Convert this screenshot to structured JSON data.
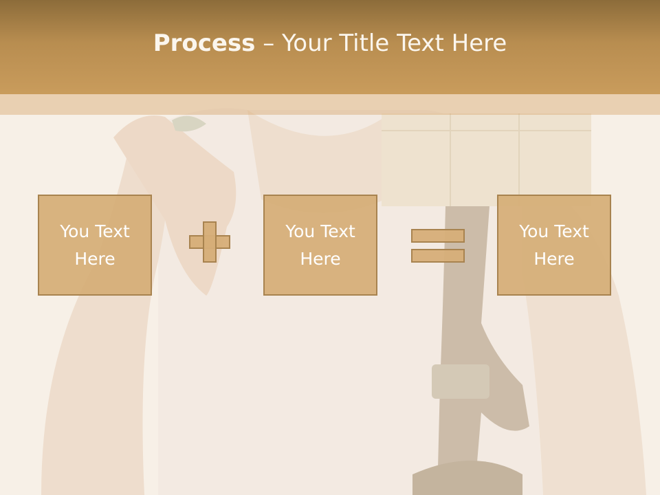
{
  "slide": {
    "title_bold": "Process",
    "title_rest": " – Your Title Text Here"
  },
  "process": {
    "steps": [
      "You Text\nHere",
      "You Text\nHere",
      "You Text\nHere"
    ],
    "operators": [
      "plus-icon",
      "equals-icon"
    ]
  },
  "colors": {
    "header": "#c99c5c",
    "box_fill": "#d6ae78",
    "box_border": "#a8834f",
    "text": "#ffffff"
  }
}
